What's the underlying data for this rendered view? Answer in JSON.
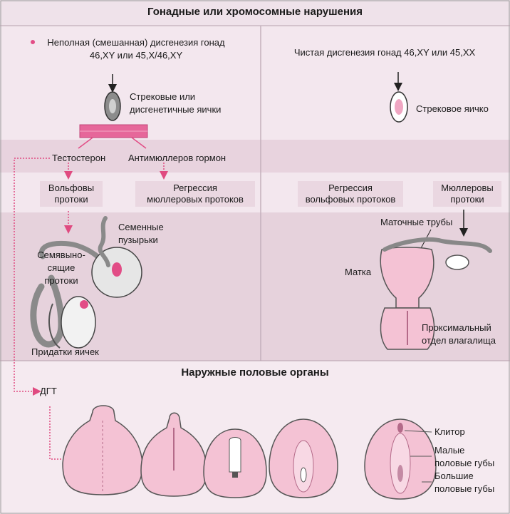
{
  "title": "Гонадные или хромосомные нарушения",
  "left": {
    "heading_line1": "Неполная (смешанная) дисгенезия гонад",
    "heading_line2": "46,XY или 45,X/46,XY",
    "gonad_line1": "Стрековые или",
    "gonad_line2": "дисгенетичные яички",
    "testosterone": "Тестостерон",
    "amh": "Антимюллеров гормон",
    "wolffian_line1": "Вольфовы",
    "wolffian_line2": "протоки",
    "mullerian_regression_line1": "Регрессия",
    "mullerian_regression_line2": "мюллеровых протоков",
    "seminal_line1": "Семенные",
    "seminal_line2": "пузырьки",
    "vas_line1": "Семявыно-",
    "vas_line2": "сящие",
    "vas_line3": "протоки",
    "epididymis": "Придатки яичек"
  },
  "right": {
    "heading": "Чистая дисгенезия гонад 46,XY или 45,XX",
    "gonad": "Стрековое яичко",
    "wolffian_regression_line1": "Регрессия",
    "wolffian_regression_line2": "вольфовых протоков",
    "mullerian_line1": "Мюллеровы",
    "mullerian_line2": "протоки",
    "tubes": "Маточные трубы",
    "uterus": "Матка",
    "vagina_line1": "Проксимальный",
    "vagina_line2": "отдел влагалища"
  },
  "external": {
    "heading": "Наружные половые органы",
    "dht": "ДГТ",
    "clitoris": "Клитор",
    "labia_minora_line1": "Малые",
    "labia_minora_line2": "половые губы",
    "labia_majora_line1": "Большие",
    "labia_majora_line2": "половые губы"
  },
  "colors": {
    "background": "#f3e7ee",
    "band": "#e8d3de",
    "accent": "#e24d86",
    "dotted_arrow": "#e04a80",
    "tissue": "#f4c2d4",
    "gray_tissue": "#8a8a8a"
  }
}
